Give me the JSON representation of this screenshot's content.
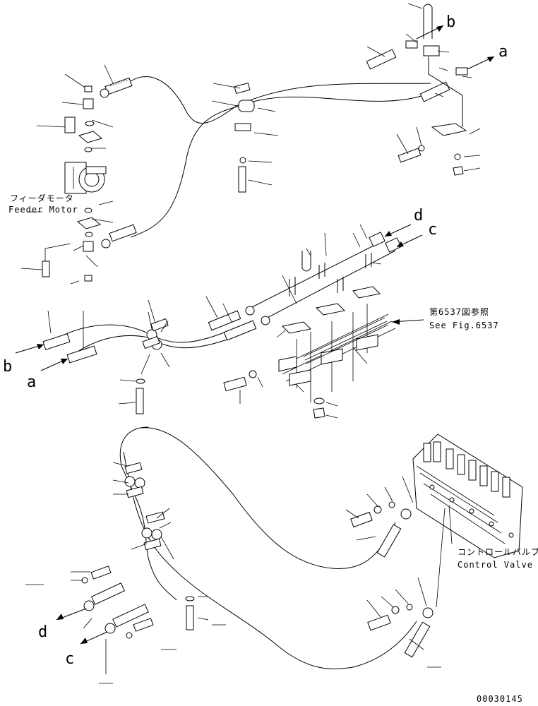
{
  "labels": {
    "feeder_motor_jp": "フィーダモータ",
    "feeder_motor_en": "Feeder Motor",
    "see_fig_jp": "第6537図参照",
    "see_fig_en": "See Fig.6537",
    "control_valve_jp": "コントロールバルブ",
    "control_valve_en": "Control Valve",
    "port_a": "a",
    "port_b": "b",
    "port_c": "c",
    "port_d": "d",
    "drawing_number": "00030145"
  }
}
